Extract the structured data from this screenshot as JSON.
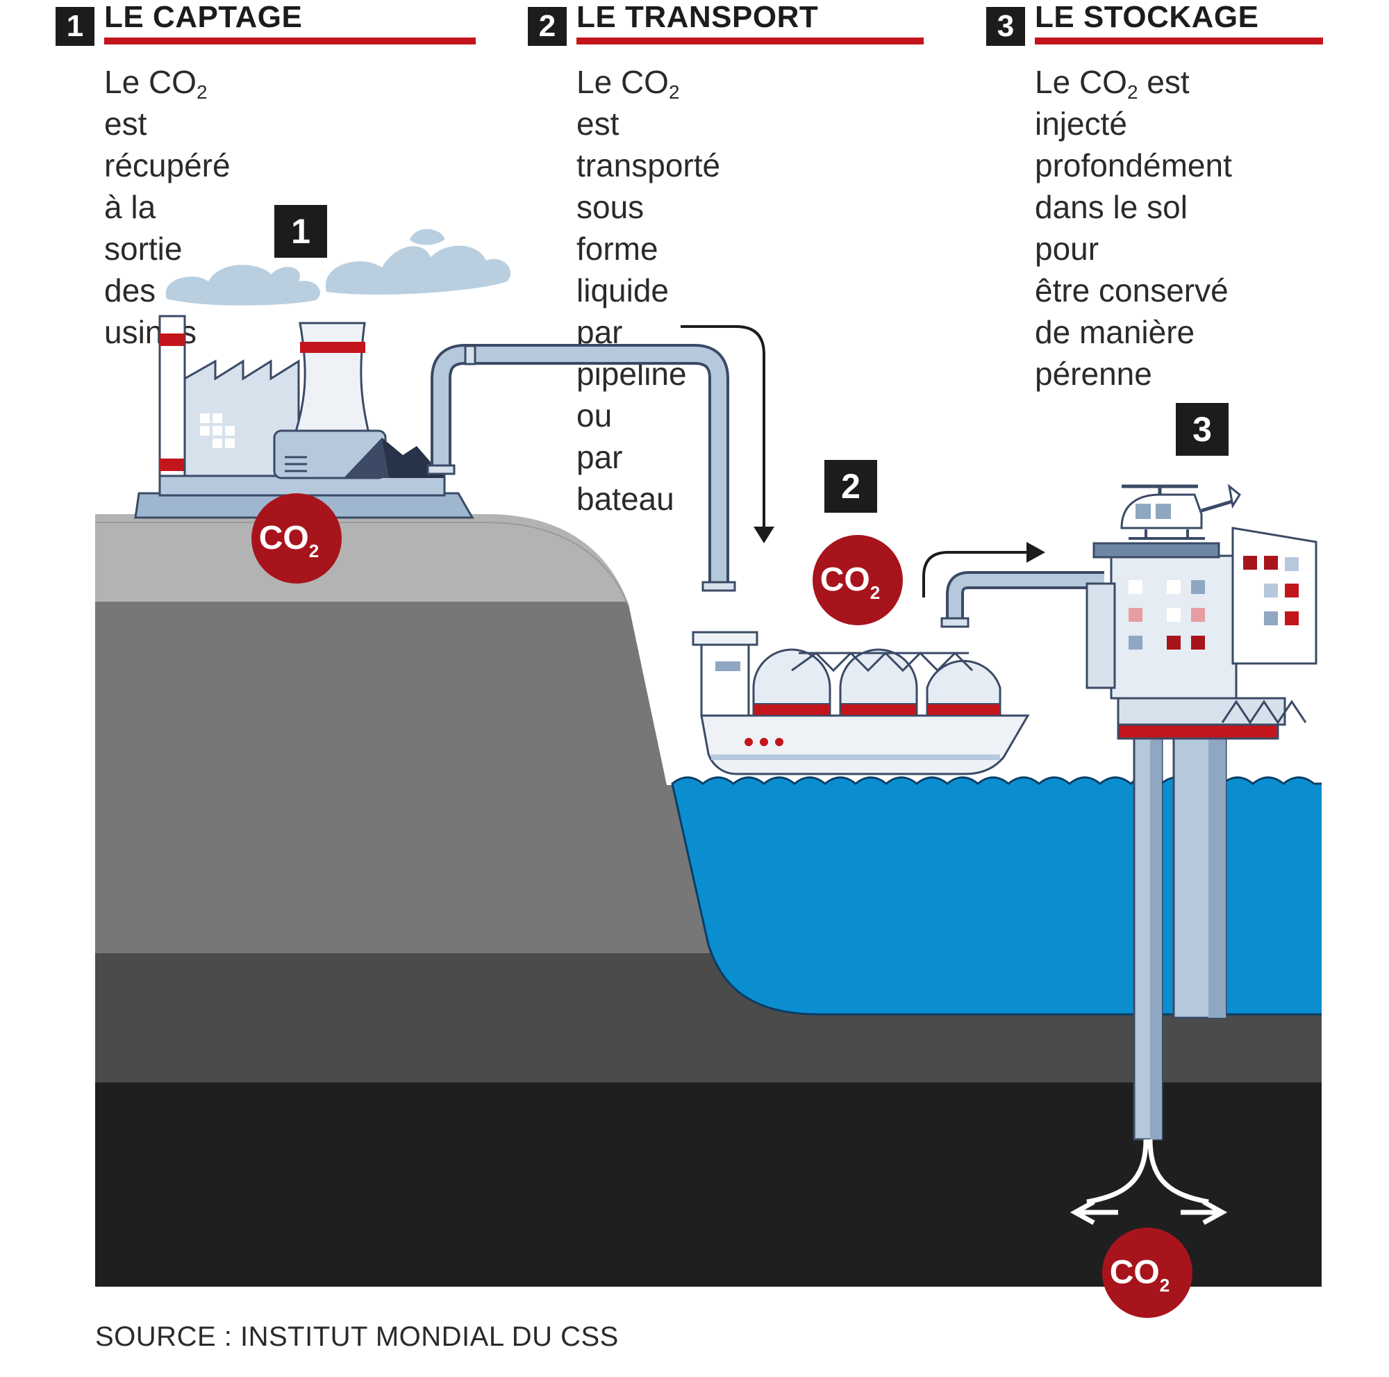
{
  "steps": [
    {
      "number": "1",
      "title": "LE CAPTAGE",
      "text_before": "Le CO",
      "text_sub": "2",
      "text_after": " est récupéré\nà la sortie des usines"
    },
    {
      "number": "2",
      "title": "LE TRANSPORT",
      "text_before": "Le CO",
      "text_sub": "2",
      "text_after": " est transporté\nsous forme liquide\npar pipeline ou\npar bateau"
    },
    {
      "number": "3",
      "title": "LE STOCKAGE",
      "text_before": "Le CO",
      "text_sub": "2",
      "text_after": " est injecté\nprofondément\ndans le sol pour\nêtre conservé\nde manière\npérenne"
    }
  ],
  "markers": [
    "1",
    "2",
    "3"
  ],
  "co2_badge": {
    "main": "CO",
    "sub": "2"
  },
  "source": "SOURCE : INSTITUT MONDIAL DU CSS",
  "colors": {
    "accent_red": "#c3161c",
    "dark_red": "#a8141c",
    "sea": "#0b8ed0",
    "ground_light": "#b3b3b3",
    "ground_mid": "#777777",
    "ground_dark": "#4b4b4b",
    "ground_deep": "#1f1f1f",
    "structure_blue": "#b6c8dc"
  }
}
